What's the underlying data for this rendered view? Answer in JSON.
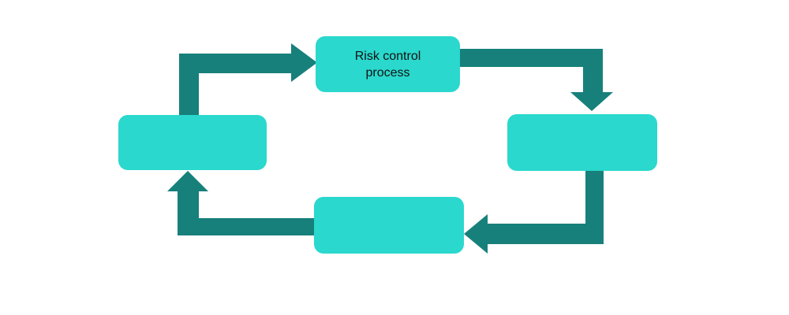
{
  "diagram": {
    "type": "cycle",
    "direction": "clockwise",
    "nodes": [
      {
        "id": "top",
        "label": "Risk control process"
      },
      {
        "id": "right",
        "label": ""
      },
      {
        "id": "bottom",
        "label": ""
      },
      {
        "id": "left",
        "label": ""
      }
    ],
    "edges": [
      {
        "from": "left",
        "to": "top"
      },
      {
        "from": "top",
        "to": "right"
      },
      {
        "from": "right",
        "to": "bottom"
      },
      {
        "from": "bottom",
        "to": "left"
      }
    ]
  },
  "colors": {
    "node_fill": "#2ad8cd",
    "arrow": "#17807b",
    "node_text": "#111111",
    "background": "#ffffff"
  }
}
